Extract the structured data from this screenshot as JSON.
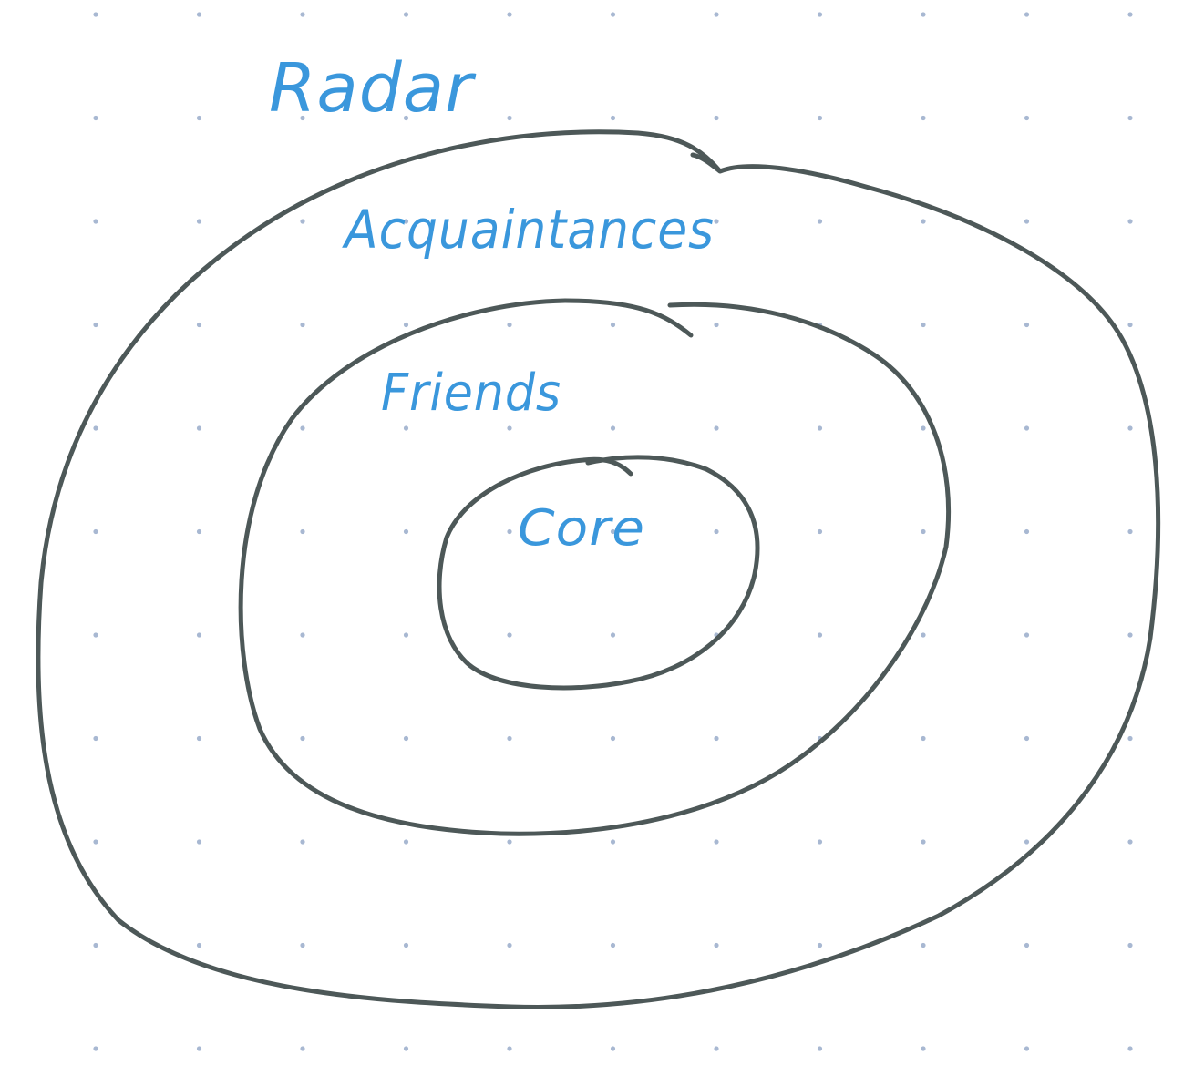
{
  "diagram": {
    "title": "Radar",
    "rings": [
      {
        "label": "Acquaintances"
      },
      {
        "label": "Friends"
      },
      {
        "label": "Core"
      }
    ]
  },
  "colors": {
    "background": "#ffffff",
    "grid_dot": "#a8b8d2",
    "ring_stroke": "#4d5858",
    "label_text": "#3a97dc"
  }
}
